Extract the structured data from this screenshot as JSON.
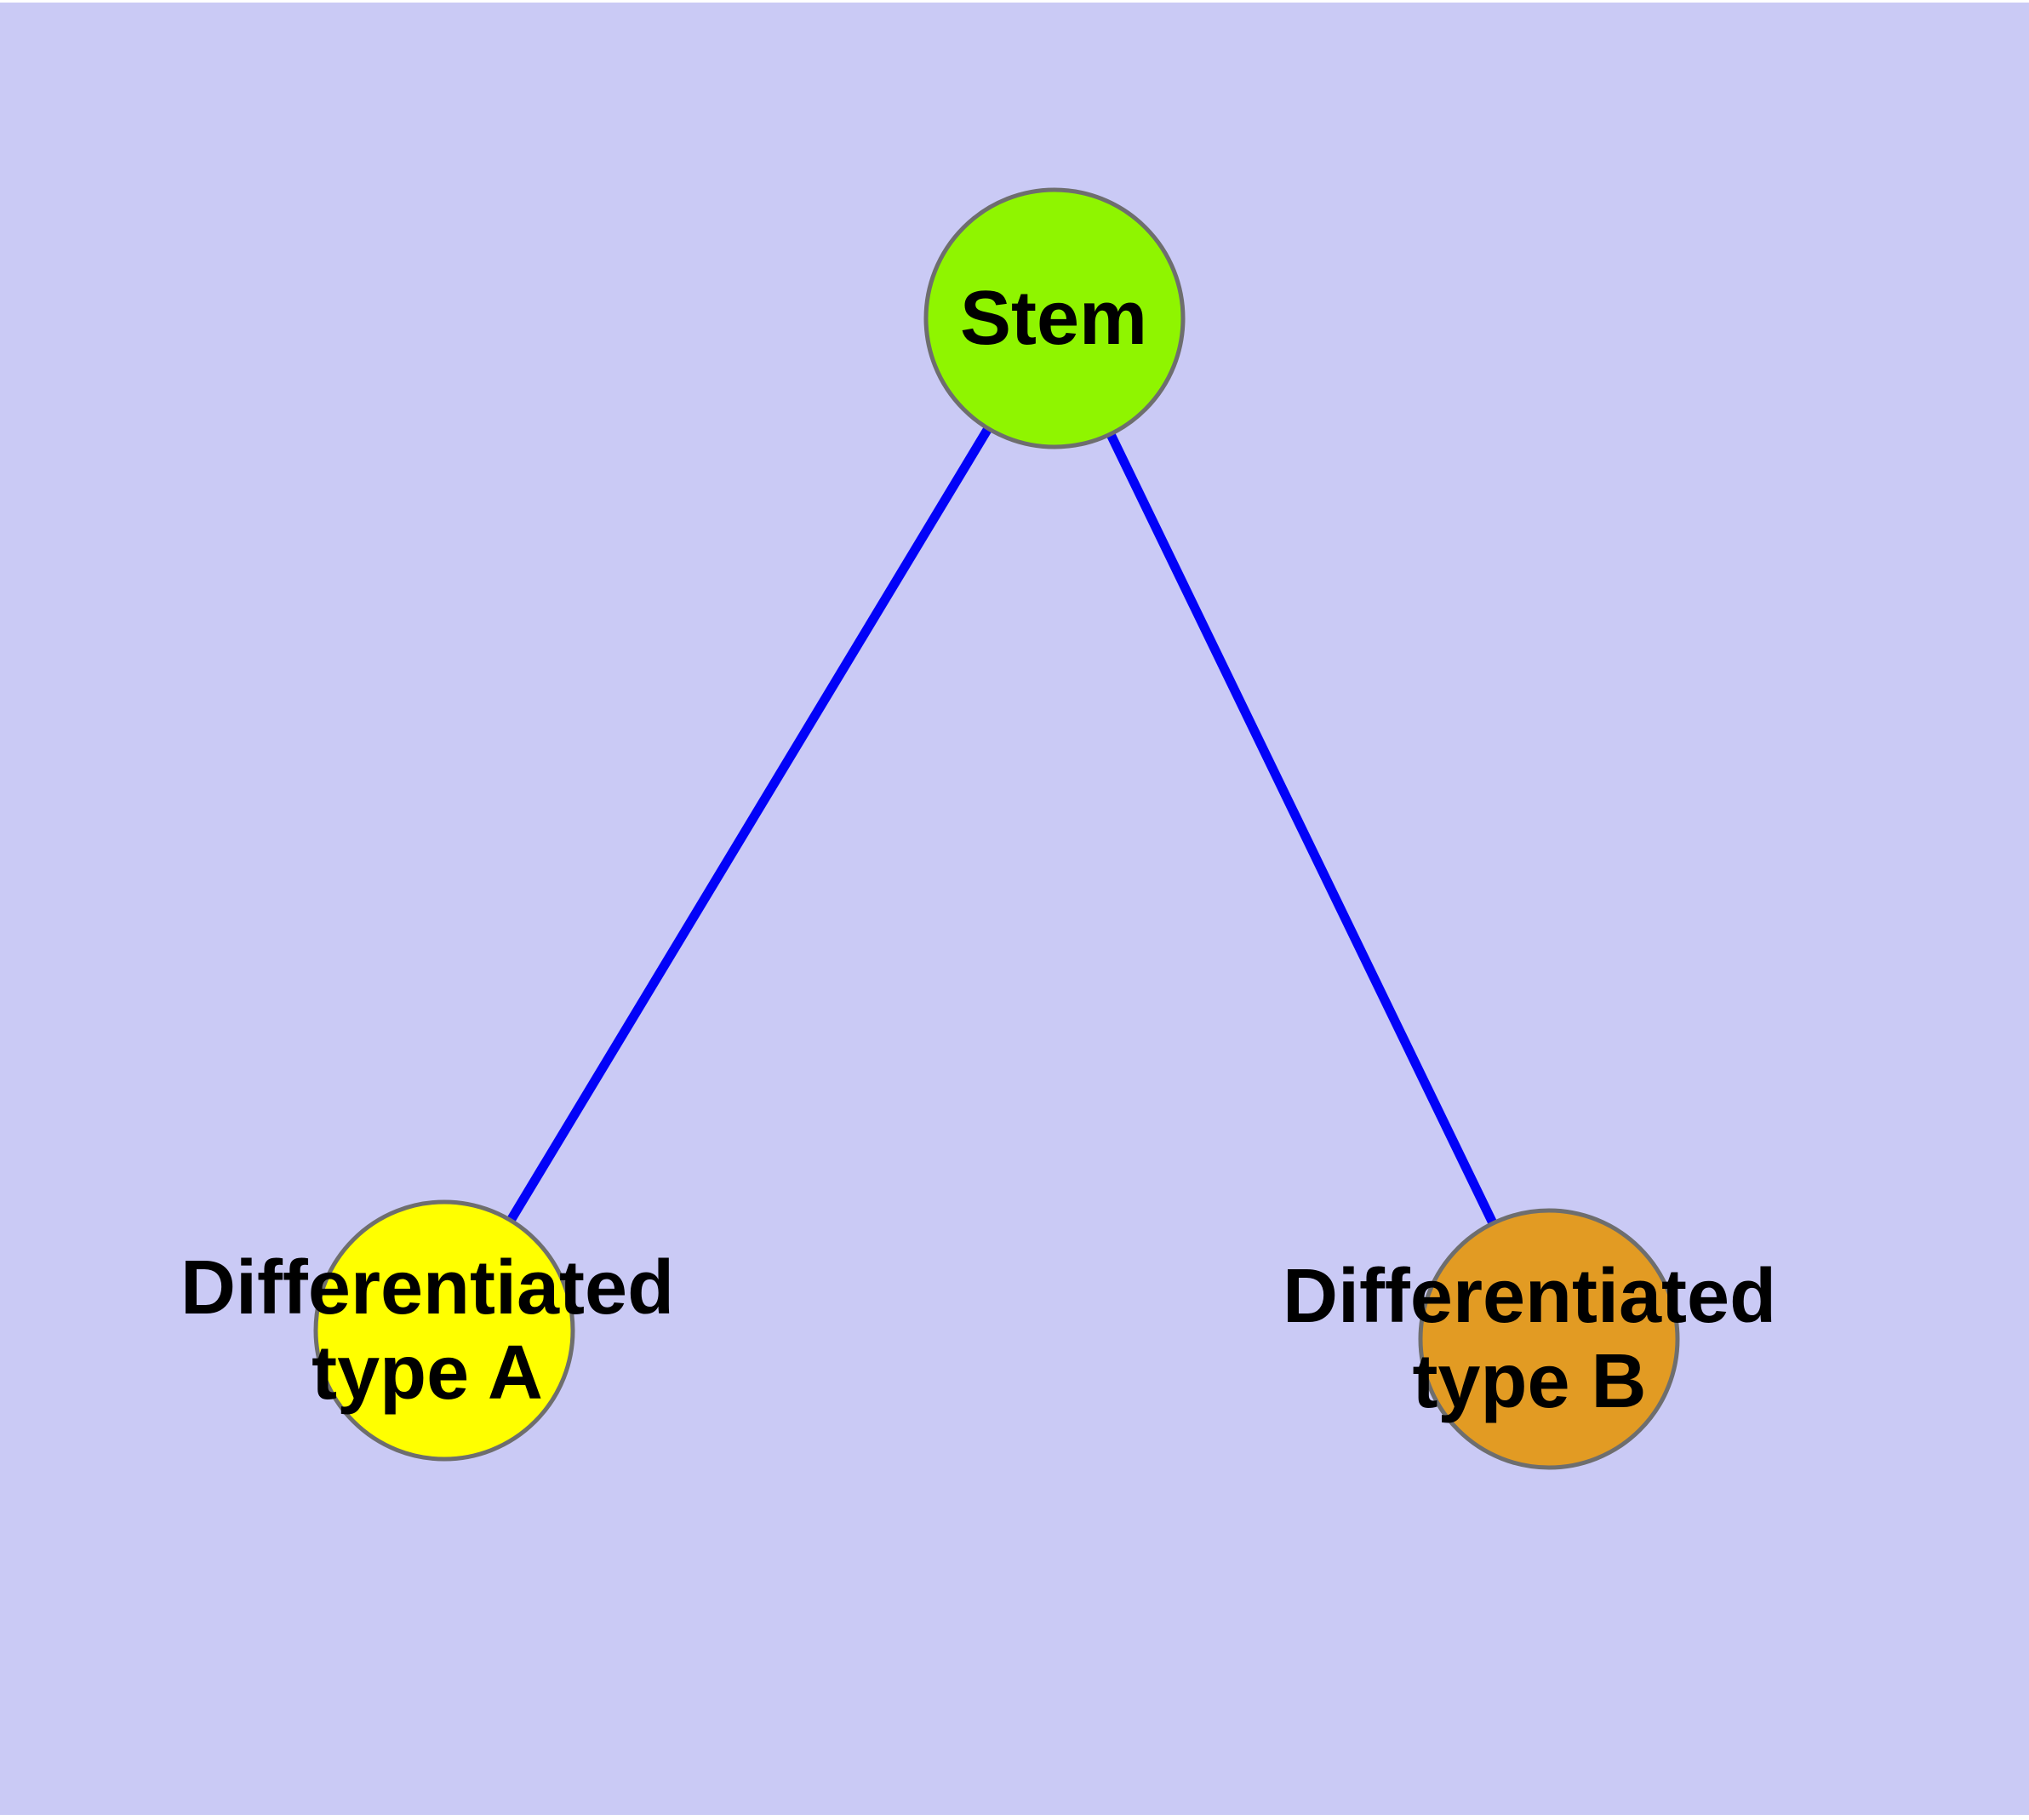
{
  "diagram": {
    "background_color": "#CACAF5",
    "page_margin_color": "#FFFFFF",
    "edge_color": "#0202F8",
    "node_border_color": "#6E6E6E",
    "label_color": "#000000",
    "nodes": [
      {
        "id": "stem",
        "lines": [
          "Stem"
        ],
        "label": "Stem",
        "fill": "#8FF500"
      },
      {
        "id": "differentiated-type-a",
        "lines": [
          "Differentiated",
          "type A"
        ],
        "label": "Differentiated type A",
        "fill": "#FFFF00"
      },
      {
        "id": "differentiated-type-b",
        "lines": [
          "Differentiated",
          "type B"
        ],
        "label": "Differentiated type B",
        "fill": "#E29B23"
      }
    ],
    "edges": [
      {
        "from": "Stem",
        "to": "Differentiated type A"
      },
      {
        "from": "Stem",
        "to": "Differentiated type B"
      }
    ]
  }
}
